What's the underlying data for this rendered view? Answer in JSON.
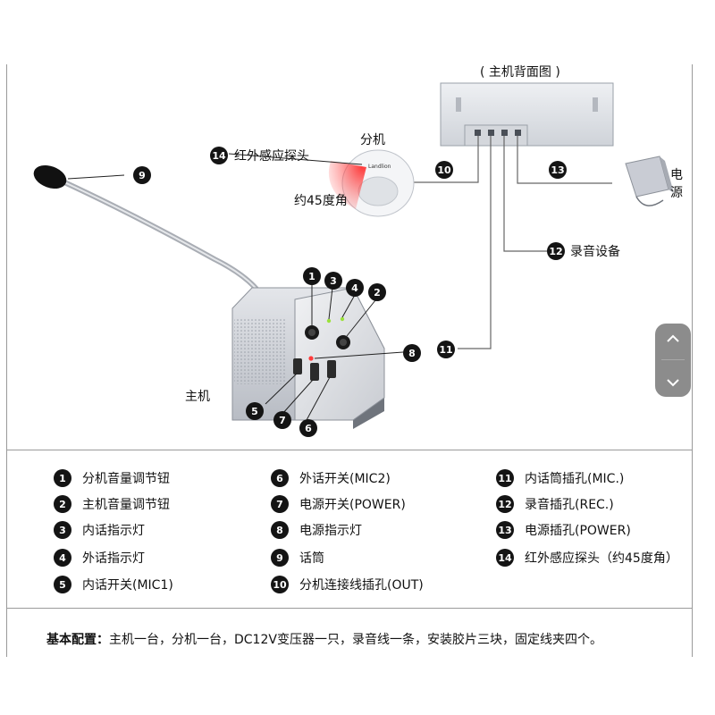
{
  "diagram": {
    "rear_view_title": "( 主机背面图 )",
    "sub_unit_label": "分机",
    "ir_label": "红外感应探头",
    "angle_label": "约45度角",
    "main_unit_label": "主机",
    "power_label": "电源",
    "recorder_label": "录音设备",
    "brand_text": "Landlion"
  },
  "callouts": [
    "1",
    "2",
    "3",
    "4",
    "5",
    "6",
    "7",
    "8",
    "9",
    "10",
    "11",
    "12",
    "13",
    "14"
  ],
  "legend": [
    {
      "num": "1",
      "text": "分机音量调节钮"
    },
    {
      "num": "2",
      "text": "主机音量调节钮"
    },
    {
      "num": "3",
      "text": "内话指示灯"
    },
    {
      "num": "4",
      "text": "外话指示灯"
    },
    {
      "num": "5",
      "text": "内话开关(MIC1)"
    },
    {
      "num": "6",
      "text": "外话开关(MIC2)"
    },
    {
      "num": "7",
      "text": "电源开关(POWER)"
    },
    {
      "num": "8",
      "text": "电源指示灯"
    },
    {
      "num": "9",
      "text": "话筒"
    },
    {
      "num": "10",
      "text": "分机连接线插孔(OUT)"
    },
    {
      "num": "11",
      "text": "内话筒插孔(MIC.)"
    },
    {
      "num": "12",
      "text": "录音插孔(REC.)"
    },
    {
      "num": "13",
      "text": "电源插孔(POWER)"
    },
    {
      "num": "14",
      "text": "红外感应探头（约45度角）"
    }
  ],
  "config": {
    "label": "基本配置：",
    "text": "主机一台，分机一台，DC12V变压器一只，录音线一条，安装胶片三块，固定线夹四个。"
  },
  "scroll": {
    "up_icon": "chevron-up-icon",
    "down_icon": "chevron-down-icon"
  }
}
